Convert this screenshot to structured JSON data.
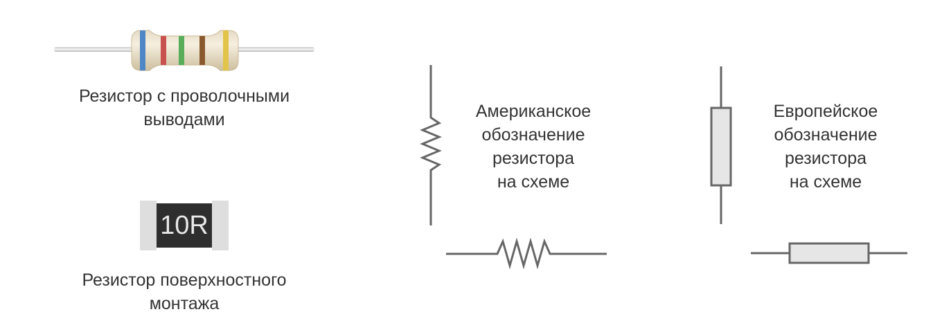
{
  "through_hole": {
    "caption_lines": [
      "Резистор с проволочными",
      "выводами"
    ],
    "bands": [
      "#4f86c6",
      "#c8504f",
      "#58ad5a",
      "#8a5a2e",
      "#e2c44a"
    ]
  },
  "smd": {
    "marking": "10R",
    "caption_lines": [
      "Резистор поверхностного",
      "монтажа"
    ]
  },
  "american": {
    "caption_lines": [
      "Американское",
      "обозначение",
      "резистора",
      "на схеме"
    ]
  },
  "european": {
    "caption_lines": [
      "Европейское",
      "обозначение",
      "резистора",
      "на схеме"
    ]
  },
  "colors": {
    "symbol_stroke": "#666666",
    "symbol_fill": "#e6e6e6",
    "smd_body": "#2e2e2e",
    "smd_cap": "#dedede",
    "smd_text": "#e8e8e8"
  }
}
